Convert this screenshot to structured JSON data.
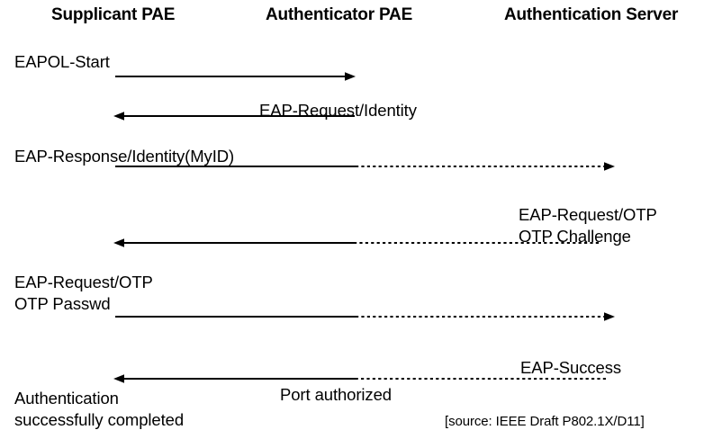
{
  "diagram": {
    "title_text": "",
    "lanes": [
      {
        "id": "supplicant",
        "label": "Supplicant PAE"
      },
      {
        "id": "authenticator",
        "label": "Authenticator PAE"
      },
      {
        "id": "auth-server",
        "label": "Authentication Server"
      }
    ],
    "messages": [
      {
        "id": "eapol-start",
        "label": "EAPOL-Start",
        "direction": "right",
        "from": "supplicant",
        "to": "authenticator",
        "style": "solid"
      },
      {
        "id": "eap-request-identity",
        "label": "EAP-Request/Identity",
        "direction": "left",
        "from": "authenticator",
        "to": "supplicant",
        "style": "solid"
      },
      {
        "id": "eap-response-identity",
        "label": "EAP-Response/Identity(MyID)",
        "direction": "right",
        "from": "supplicant",
        "to": "auth-server",
        "style": "solid-then-dashed"
      },
      {
        "id": "eap-request-otp-challenge-line1",
        "label": "EAP-Request/OTP",
        "direction": "left",
        "from": "auth-server",
        "to": "supplicant",
        "style": "dashed-then-solid"
      },
      {
        "id": "eap-request-otp-challenge-line2",
        "label": "OTP Challenge",
        "direction": "left",
        "from": "auth-server",
        "to": "supplicant",
        "style": "dashed-then-solid"
      },
      {
        "id": "eap-request-otp-passwd-line1",
        "label": "EAP-Request/OTP",
        "direction": "right",
        "from": "supplicant",
        "to": "auth-server",
        "style": "solid-then-dashed"
      },
      {
        "id": "eap-request-otp-passwd-line2",
        "label": "OTP Passwd",
        "direction": "right",
        "from": "supplicant",
        "to": "auth-server",
        "style": "solid-then-dashed"
      },
      {
        "id": "eap-success",
        "label": "EAP-Success",
        "direction": "left",
        "from": "auth-server",
        "to": "supplicant",
        "style": "dashed-then-solid"
      },
      {
        "id": "port-authorized",
        "label": "Port authorized",
        "direction": "left",
        "from": "authenticator",
        "to": "supplicant",
        "style": "solid"
      }
    ],
    "notes": [
      {
        "id": "auth-complete-line1",
        "label": "Authentication"
      },
      {
        "id": "auth-complete-line2",
        "label": "successfully completed"
      }
    ],
    "source": "[source: IEEE Draft P802.1X/D11]",
    "colors": {
      "background": "#ffffff",
      "foreground": "#000000"
    }
  }
}
